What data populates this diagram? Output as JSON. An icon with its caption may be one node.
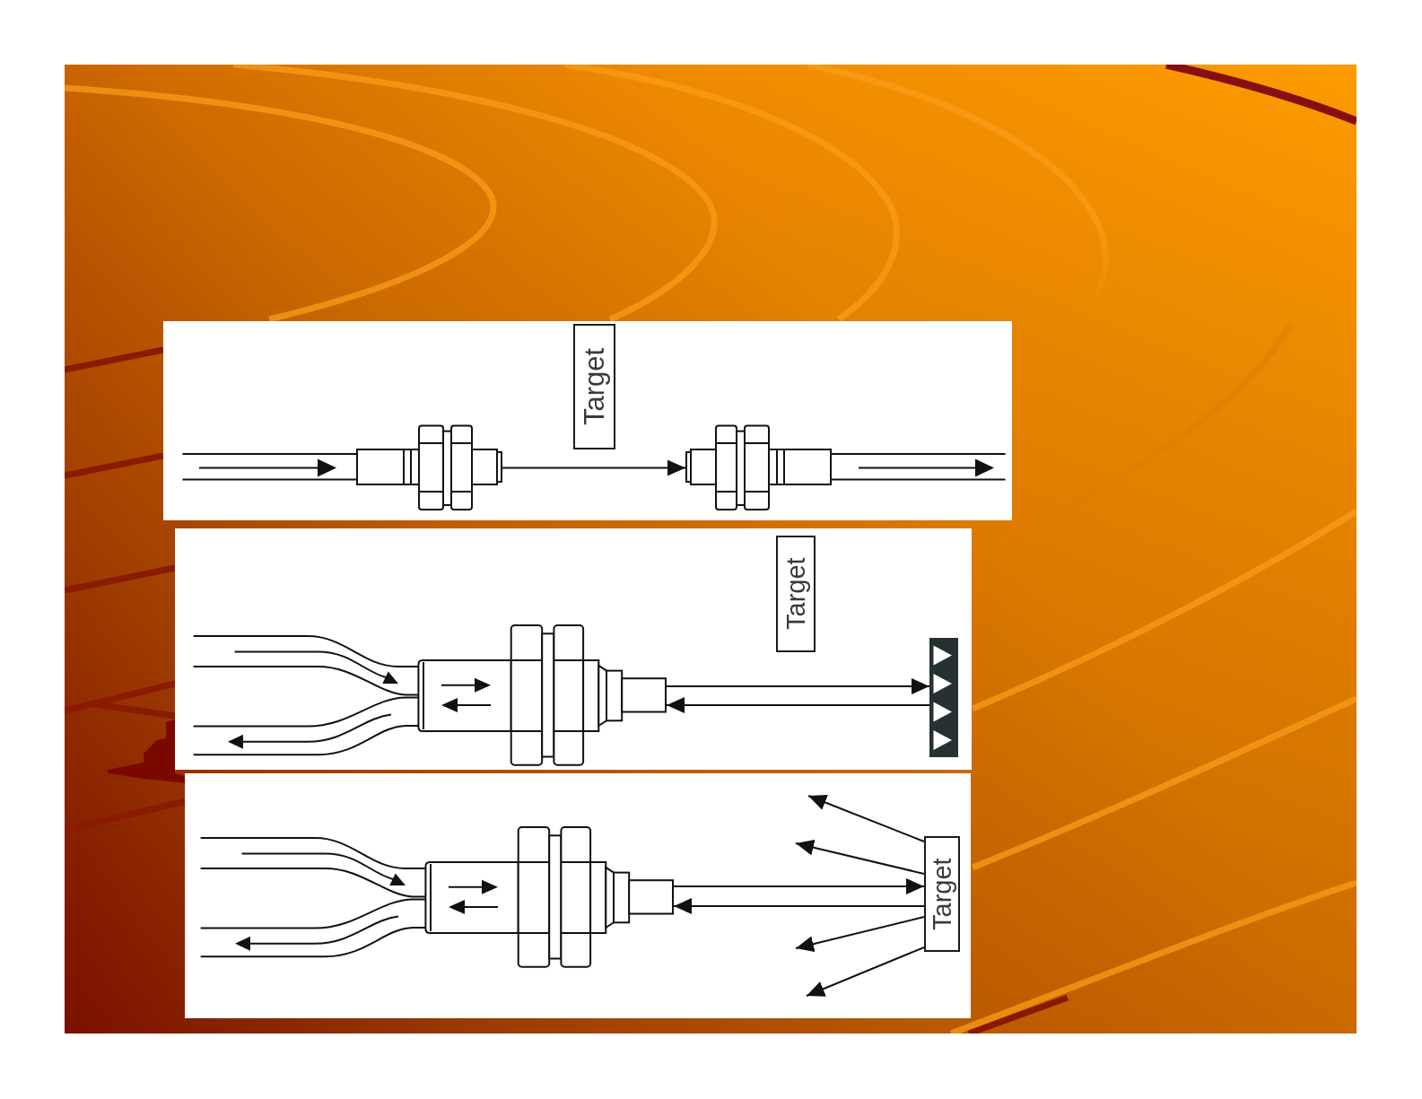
{
  "diagram": {
    "nodes": [
      {
        "text": [],
        "shape": "picture"
      },
      {
        "text": [
          "Target"
        ]
      },
      {
        "text": [],
        "shape": "picture"
      },
      {
        "text": [],
        "shape": "picture"
      },
      {
        "text": [
          "Target"
        ]
      },
      {
        "text": [],
        "shape": "picture"
      },
      {
        "text": [],
        "shape": "picture"
      },
      {
        "text": [
          "Target"
        ]
      }
    ],
    "edges": [
      {
        "from": 0,
        "to": 2,
        "arrow": "to"
      },
      {
        "from": 3,
        "to": 5,
        "arrow": "to"
      },
      {
        "from": 5,
        "to": 3,
        "arrow": "to"
      },
      {
        "from": 6,
        "to": 7,
        "arrow": "to"
      },
      {
        "from": 7,
        "to": 6,
        "arrow": "to"
      },
      {
        "from": 7,
        "to": null,
        "arrow": "to"
      },
      {
        "from": 7,
        "to": null,
        "arrow": "to"
      },
      {
        "from": 7,
        "to": null,
        "arrow": "to"
      },
      {
        "from": 7,
        "to": null,
        "arrow": "to"
      }
    ]
  }
}
